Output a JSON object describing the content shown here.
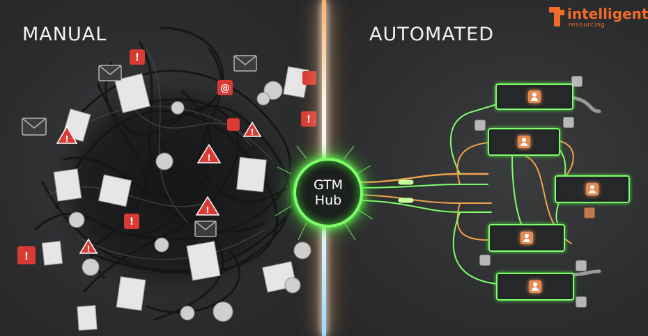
{
  "left_heading": "MANUAL",
  "right_heading": "AUTOMATED",
  "hub": {
    "line1": "GTM",
    "line2": "Hub"
  },
  "brand": {
    "name": "intelligent",
    "sub": "resourcing"
  },
  "colors": {
    "accent_green": "#7dff6a",
    "brand_orange": "#f26b2a",
    "wire_orange": "#f2a24a",
    "alert_red": "#d83a34",
    "background": "#2e2f31"
  },
  "icons": {
    "nodes": "user-icon",
    "alerts": "warning-icon",
    "mail": "mail-icon",
    "paper": "document-icon"
  }
}
